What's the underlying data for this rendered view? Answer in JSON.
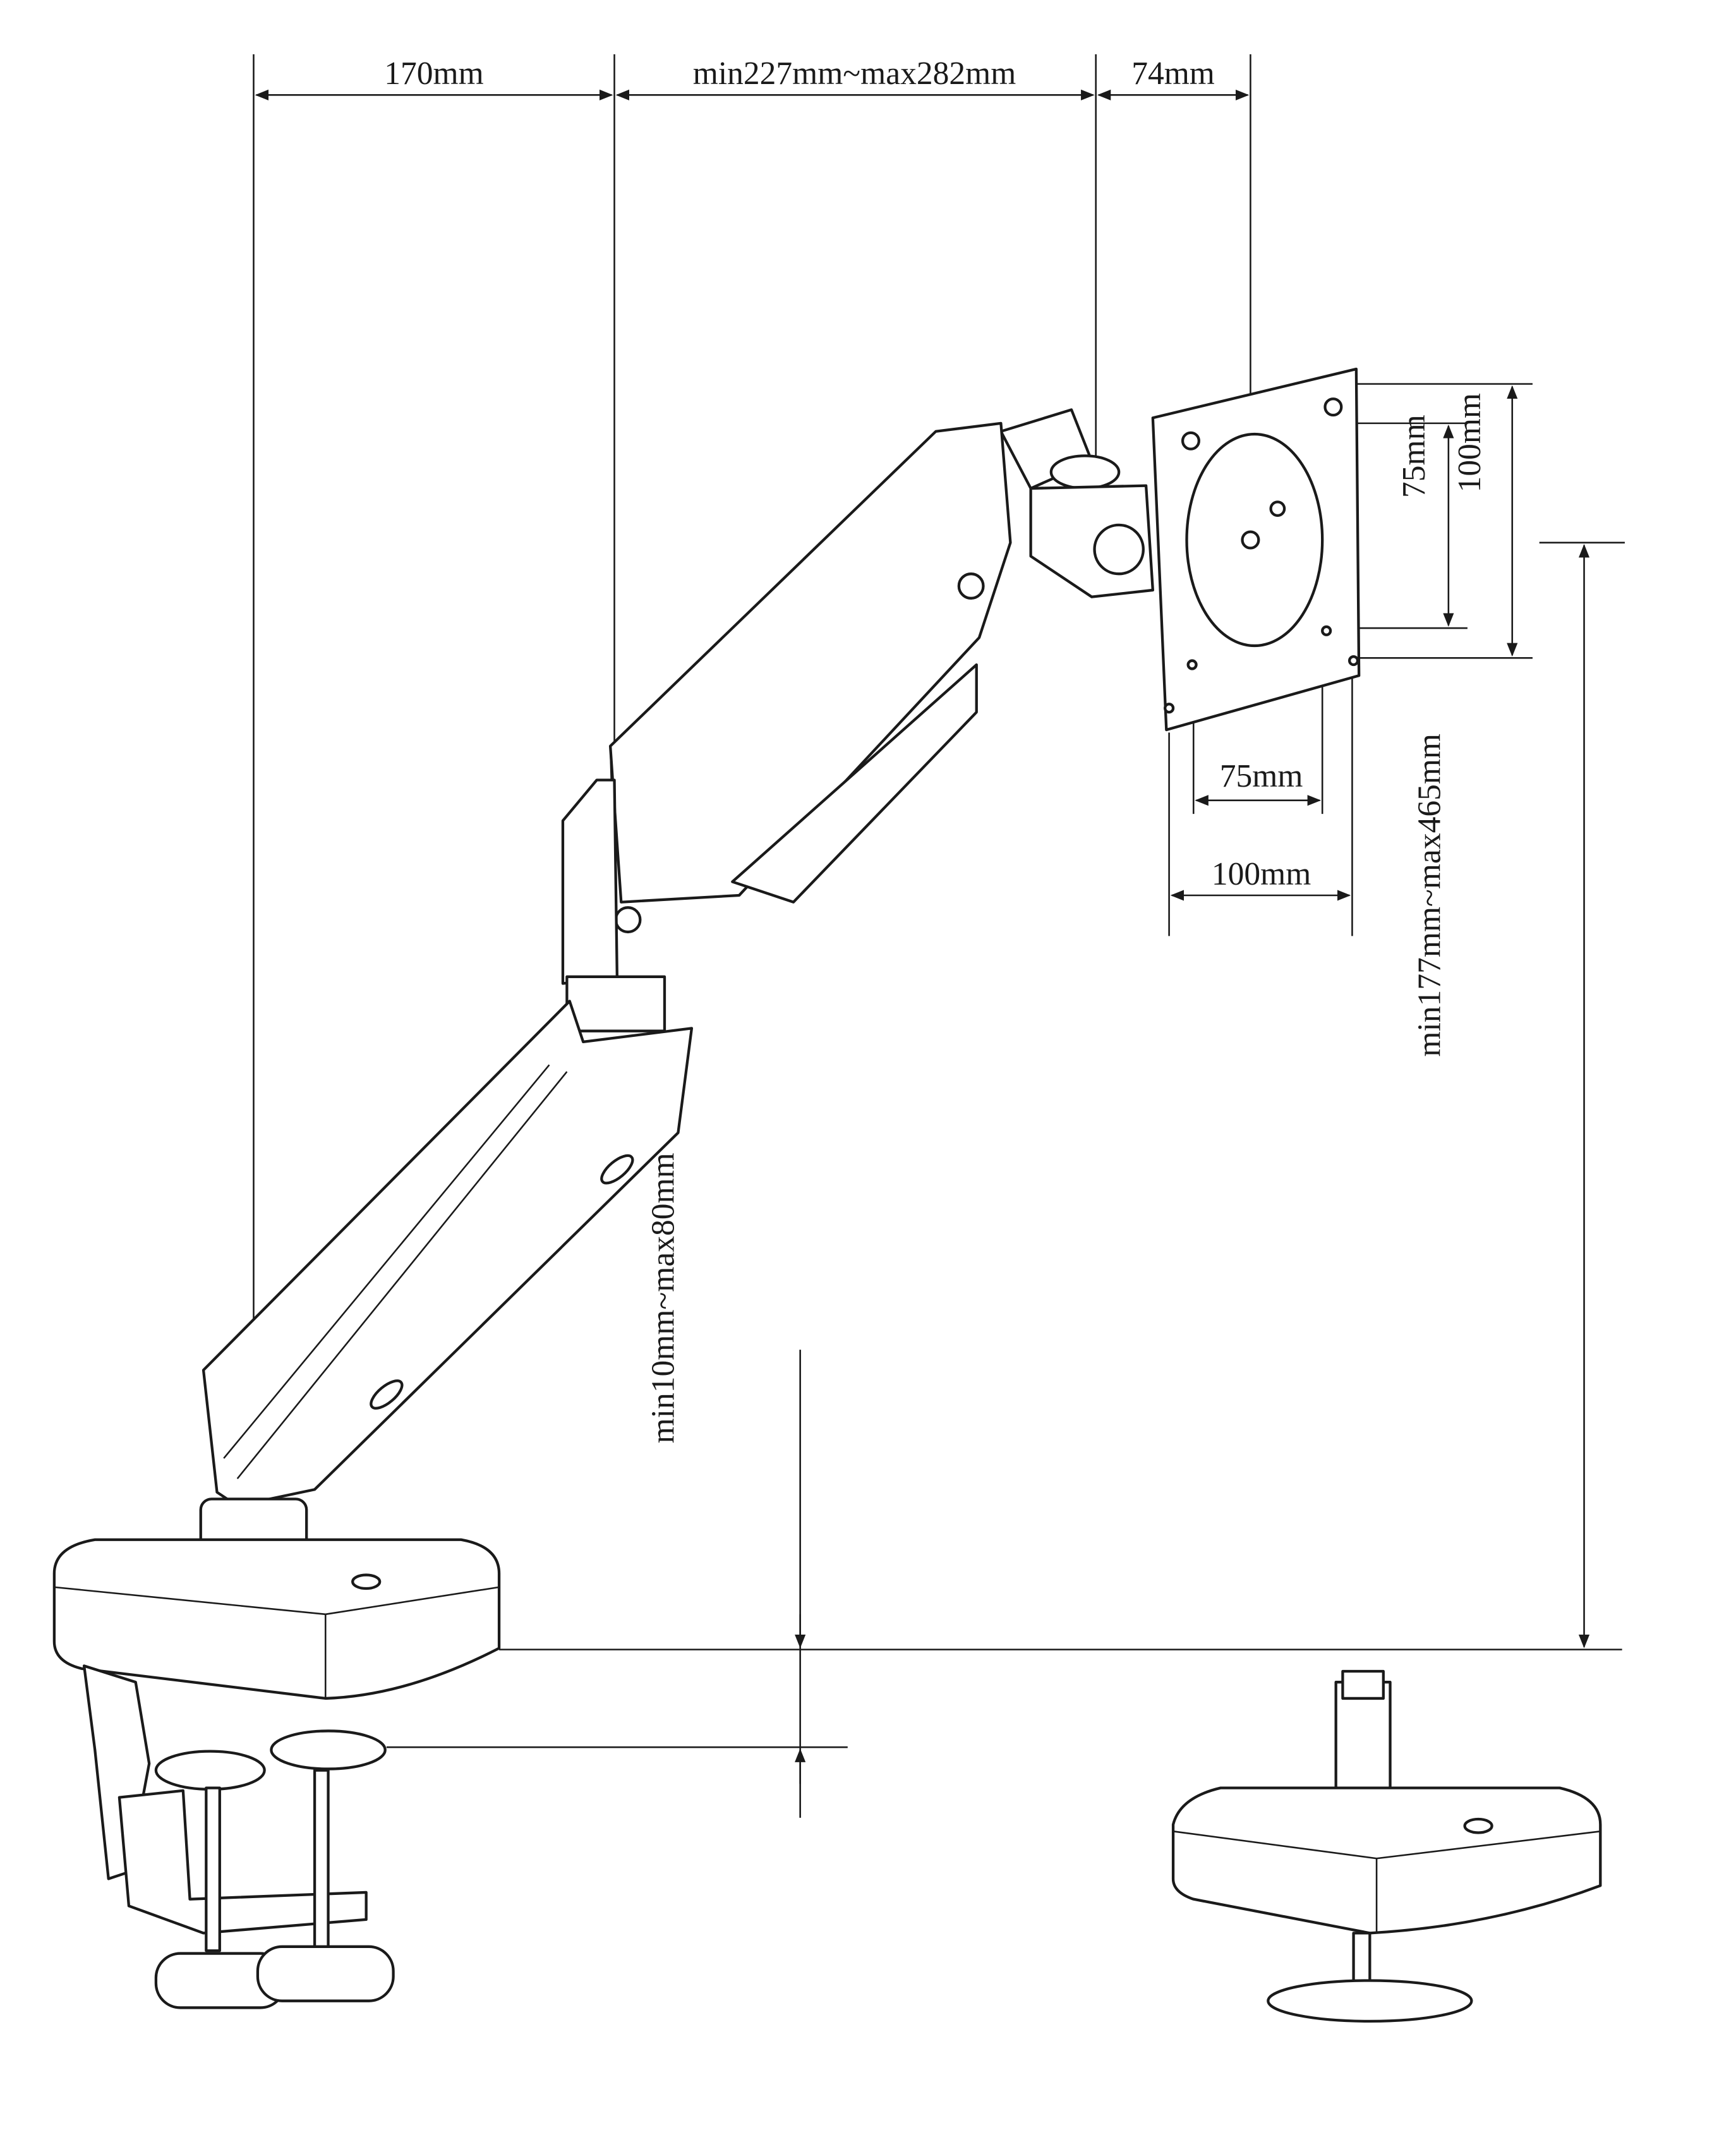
{
  "dimensions": {
    "arm_base_reach": "170mm",
    "arm_extension": "min227mm~max282mm",
    "head_offset": "74mm",
    "vesa_small_vertical": "75mm",
    "vesa_large_vertical": "100mm",
    "vesa_small_horizontal": "75mm",
    "vesa_large_horizontal": "100mm",
    "height_range": "min177mm~max465mm",
    "clamp_thickness": "min10mm~max80mm"
  },
  "colors": {
    "line": "#1a1a1a",
    "background": "#ffffff"
  }
}
